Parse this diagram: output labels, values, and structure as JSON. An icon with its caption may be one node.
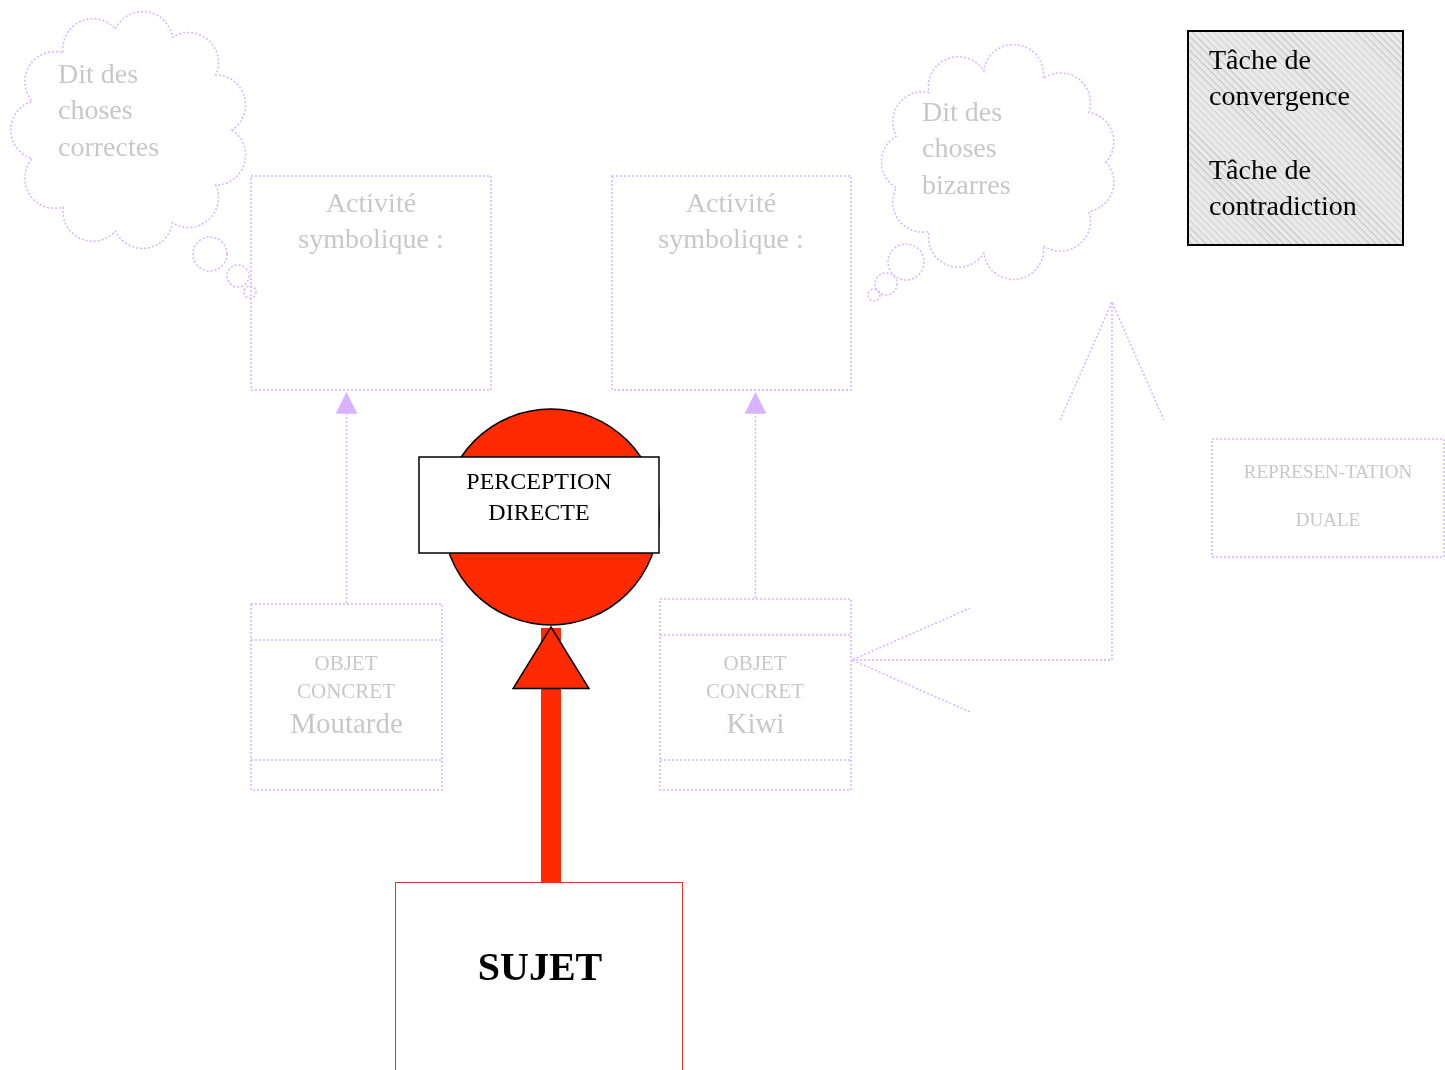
{
  "diagram": {
    "nodes": [
      {
        "text": [
          "Dit des choses correctes"
        ]
      },
      {
        "text": [
          "Activité symbolique :"
        ]
      },
      {
        "text": [
          "Activité symbolique :"
        ]
      },
      {
        "text": [
          "Dit des choses bizarres"
        ]
      },
      {
        "text": [
          "Tâche de convergence",
          "Tâche de contradiction"
        ]
      },
      {
        "text": [
          "PERCEPTION DIRECTE"
        ]
      },
      {
        "text": [
          "REPRESEN-TATION DUALE"
        ]
      },
      {
        "text": [
          "OBJET CONCRET",
          "Moutarde"
        ]
      },
      {
        "text": [
          "OBJET CONCRET",
          "Kiwi"
        ]
      },
      {
        "text": [
          "SUJET"
        ]
      }
    ],
    "edges": [
      {
        "from": 7,
        "to": 1,
        "arrow": "to",
        "style": "dashed"
      },
      {
        "from": 8,
        "to": 2,
        "arrow": "to",
        "style": "dashed"
      },
      {
        "from": 9,
        "to": 5,
        "arrow": "to",
        "style": "thick",
        "color": "#ff2a00"
      },
      {
        "from": 3,
        "to": 8,
        "arrow": "both",
        "style": "dashed"
      }
    ]
  }
}
